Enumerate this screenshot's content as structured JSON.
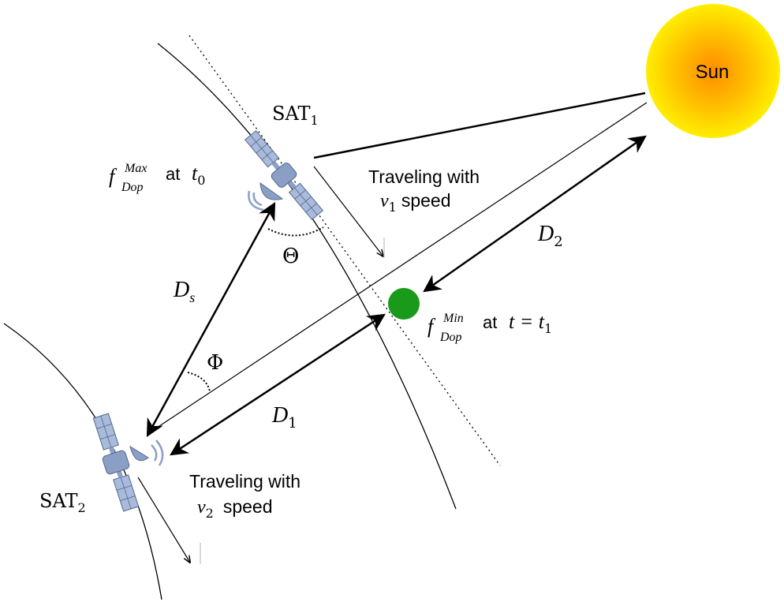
{
  "sun": {
    "label": "Sun"
  },
  "sat1": {
    "label": "SAT",
    "sub": "1",
    "motion_line1": "Traveling with",
    "speed_symbol": "ν",
    "speed_sub": "1",
    "speed_word": "speed"
  },
  "sat2": {
    "label": "SAT",
    "sub": "2",
    "motion_line1": "Traveling with",
    "speed_symbol": "ν",
    "speed_sub": "2",
    "speed_word": "speed"
  },
  "doppler_max": {
    "f": "f",
    "sup": "Max",
    "sub": "Dop",
    "at_word": "at",
    "t": "t",
    "t_sub": "0"
  },
  "doppler_min": {
    "f": "f",
    "sup": "Min",
    "sub": "Dop",
    "at_word": "at",
    "eq": "t = t",
    "eq_sub": "1"
  },
  "distances": {
    "ds": {
      "main": "D",
      "sub": "s"
    },
    "d1": {
      "main": "D",
      "sub": "1"
    },
    "d2": {
      "main": "D",
      "sub": "2"
    }
  },
  "angles": {
    "theta": "Θ",
    "phi": "Φ"
  },
  "colors": {
    "sun_core": "#ff8c00",
    "sun_edge": "#ffee00",
    "receiver": "#1a9a1a",
    "satellite": "#8a9fc6",
    "line": "#000000"
  }
}
